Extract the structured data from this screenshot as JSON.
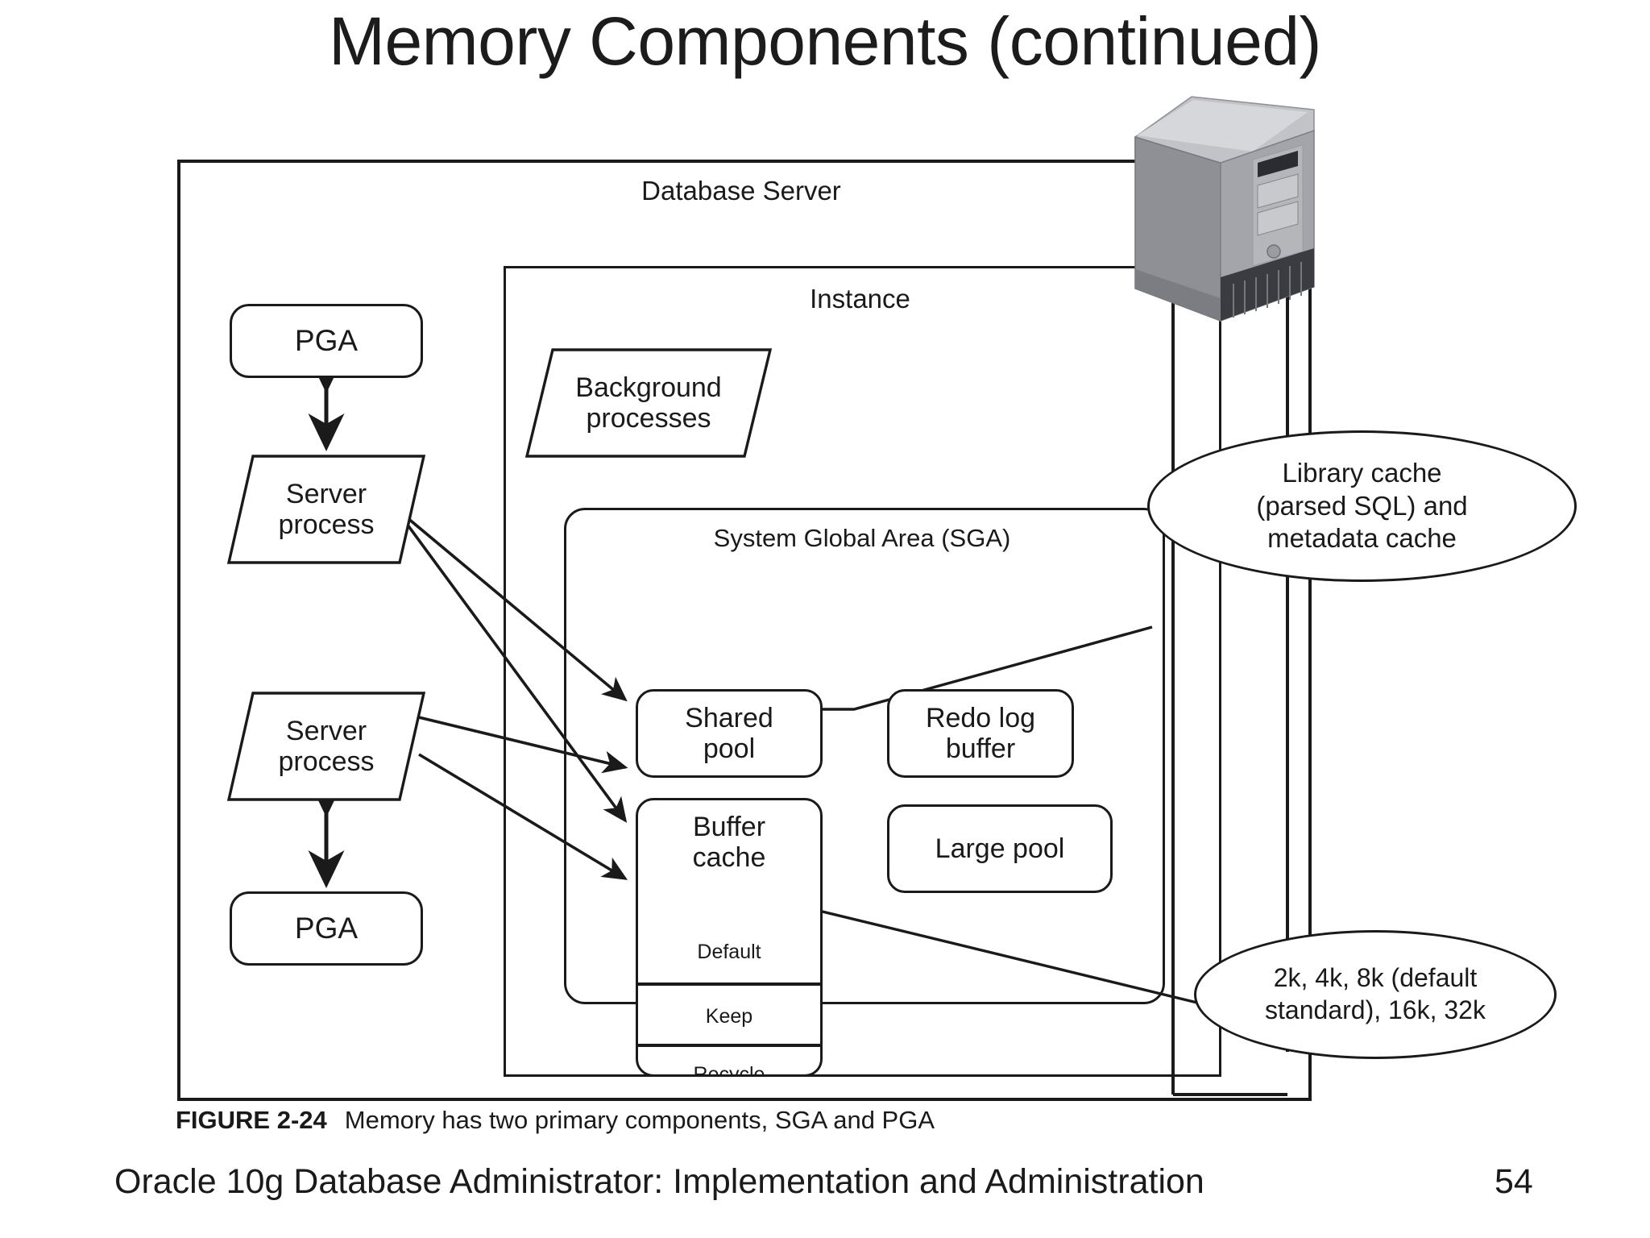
{
  "slide": {
    "title": "Memory Components (continued)",
    "footer_title": "Oracle 10g Database Administrator: Implementation and Administration",
    "page_number": "54"
  },
  "figure": {
    "caption_label": "FIGURE 2-24",
    "caption_text": "Memory has two primary components, SGA and PGA",
    "outer_box_label": "Database Server",
    "instance_box_label": "Instance",
    "sga_box_label": "System Global Area (SGA)",
    "background_processes": "Background\nprocesses",
    "background_processes_line1": "Background",
    "background_processes_line2": "processes",
    "server_process_1_line1": "Server",
    "server_process_1_line2": "process",
    "server_process_2_line1": "Server",
    "server_process_2_line2": "process",
    "pga_top_label": "PGA",
    "pga_bottom_label": "PGA",
    "shared_pool_line1": "Shared",
    "shared_pool_line2": "pool",
    "redo_log_line1": "Redo log",
    "redo_log_line2": "buffer",
    "large_pool_label": "Large pool",
    "buffer_cache_line1": "Buffer",
    "buffer_cache_line2": "cache",
    "buffer_cache_rows": [
      "Default",
      "Keep",
      "Recycle"
    ],
    "callout_library_cache": "Library cache\n(parsed SQL) and\nmetadata cache",
    "callout_library_cache_line1": "Library cache",
    "callout_library_cache_line2": "(parsed SQL) and",
    "callout_library_cache_line3": "metadata cache",
    "callout_block_sizes": "2k, 4k, 8k (default\nstandard), 16k, 32k",
    "callout_block_sizes_line1": "2k, 4k, 8k (default",
    "callout_block_sizes_line2": "standard), 16k, 32k",
    "server_icon_name": "database-server-tower"
  },
  "colors": {
    "ink": "#1a1a1a",
    "page_background": "#ffffff",
    "tower_light": "#c9c9cd",
    "tower_mid": "#8f9196",
    "tower_dark": "#6e7076",
    "tower_shadow": "#4a4c51",
    "tower_vent": "#2f3136"
  }
}
